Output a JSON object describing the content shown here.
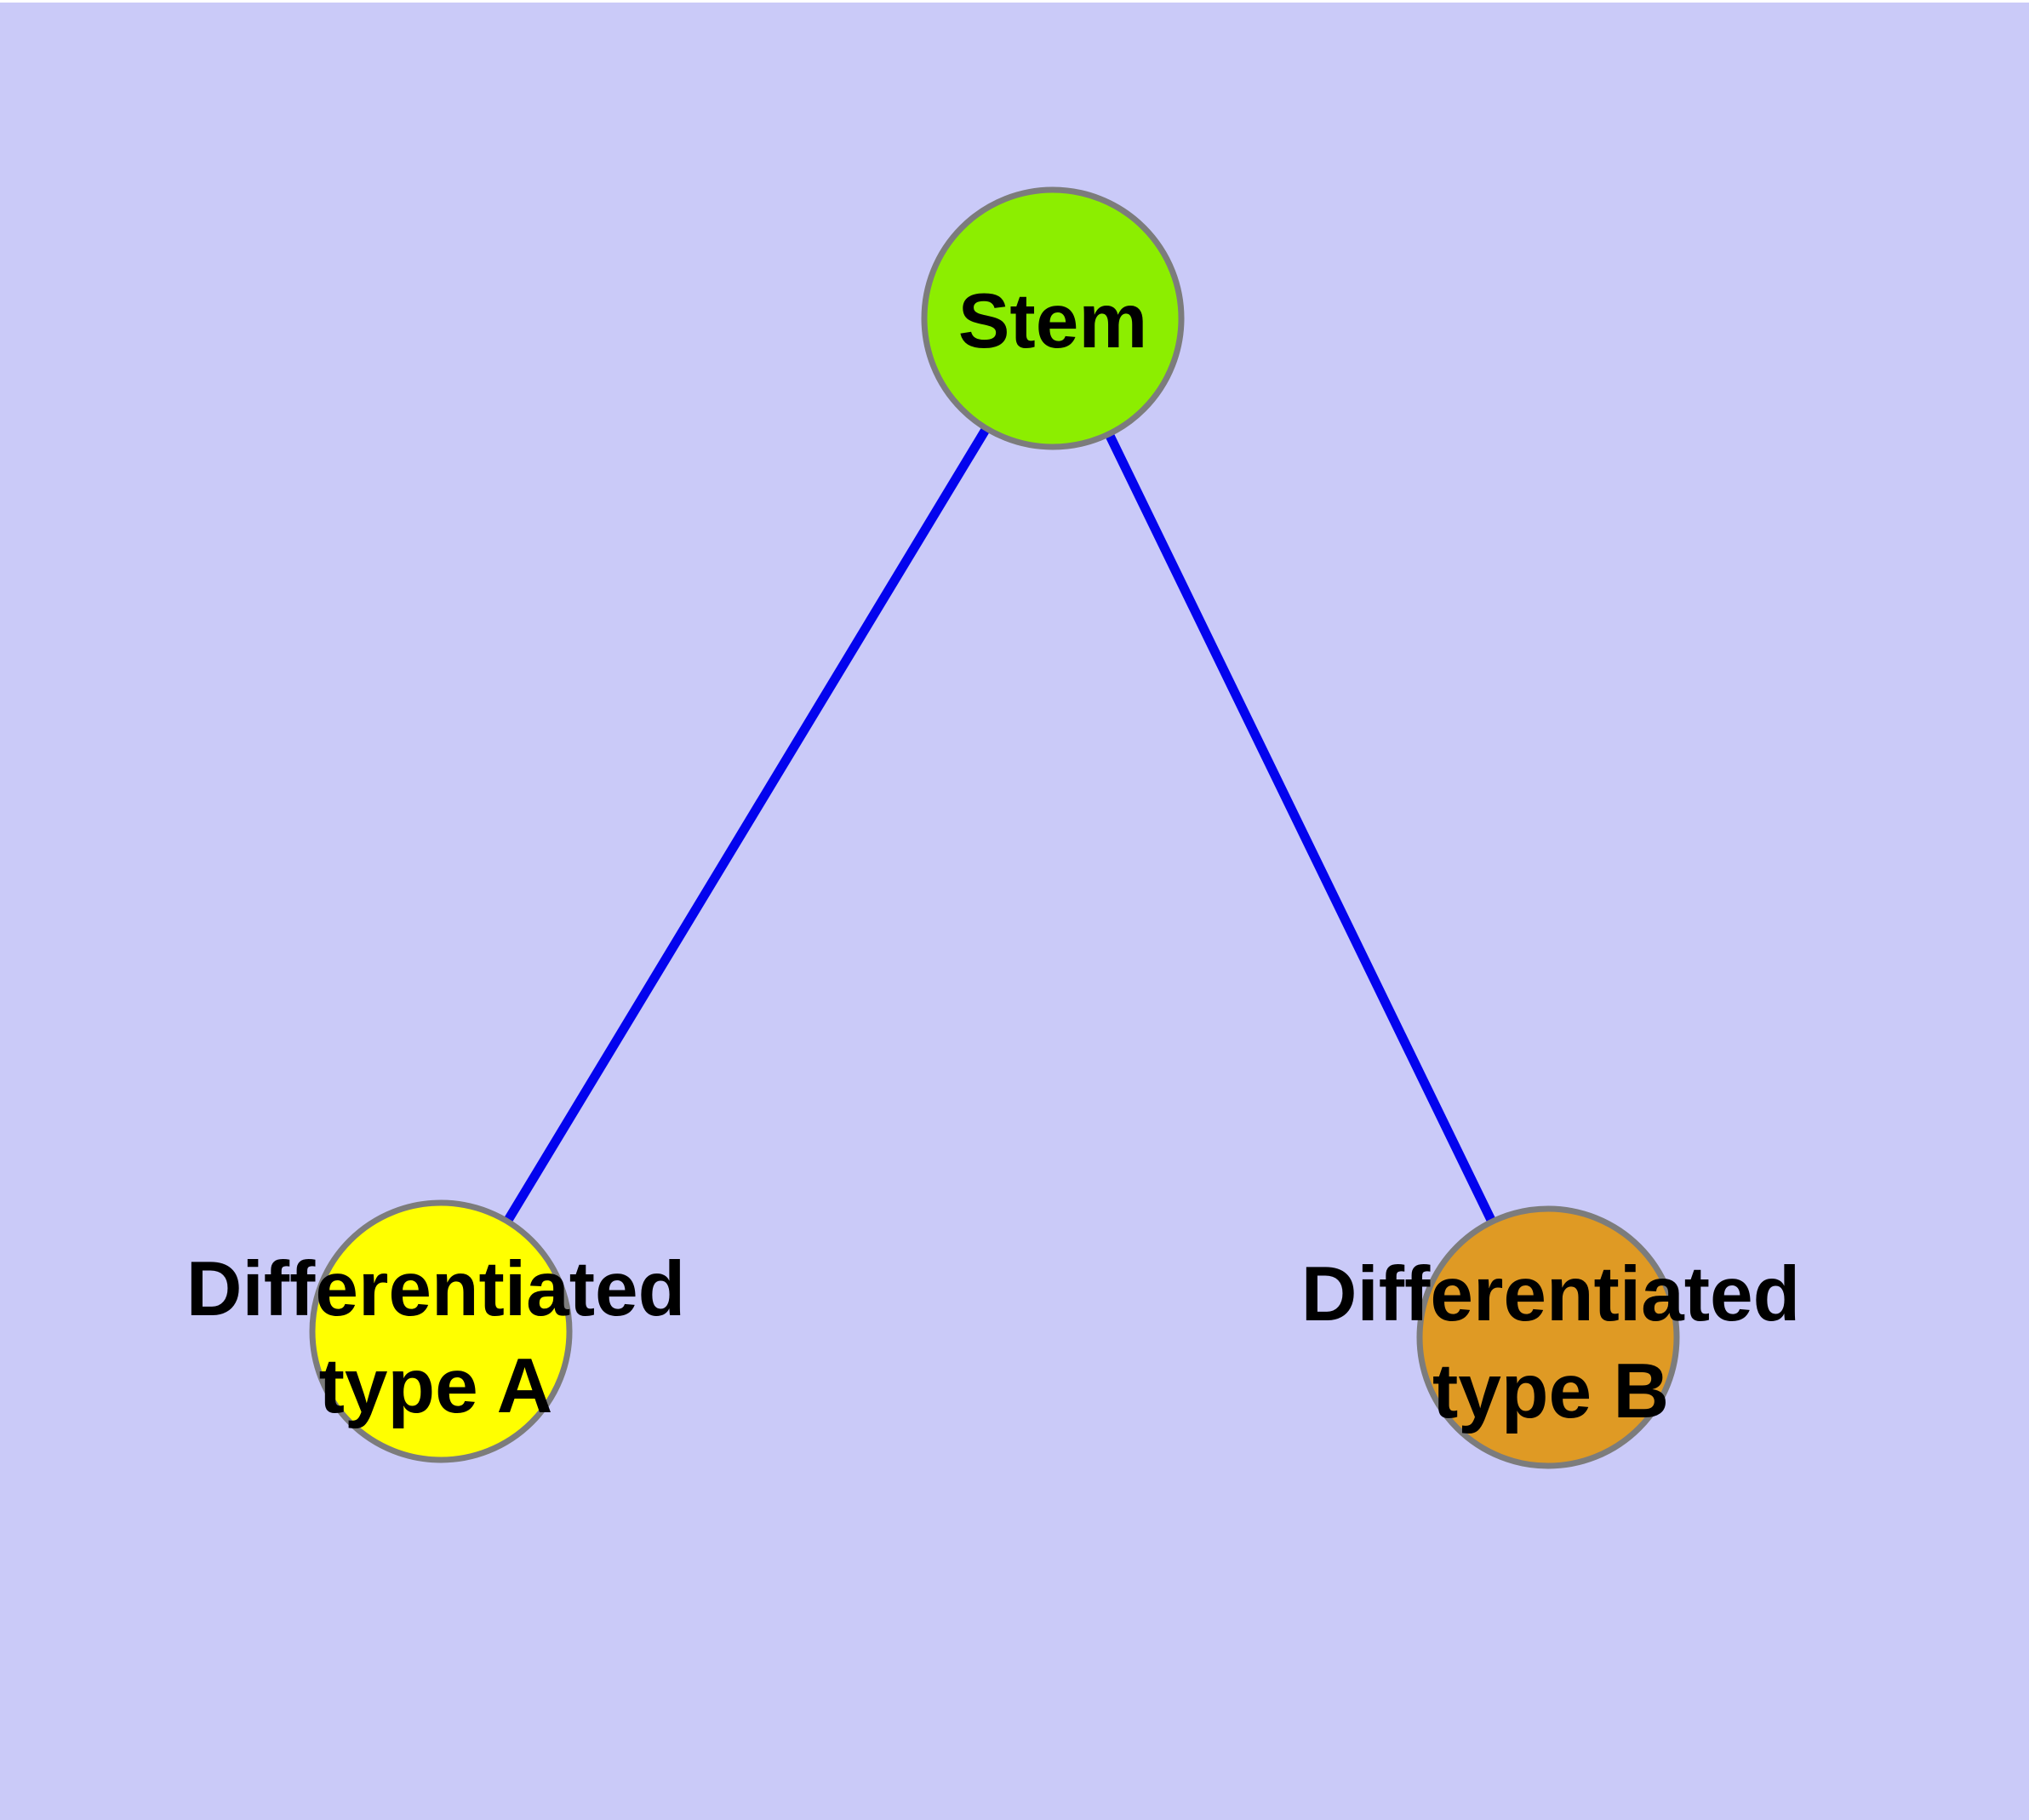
{
  "figure": {
    "background_color": "#CACAF8",
    "top_margin_color": "#FFFFFF",
    "edge_color": "#0303EE",
    "node_border_color": "#7C7C7C",
    "nodes": {
      "stem": {
        "label": "Stem",
        "fill": "#8CEE00"
      },
      "type_a": {
        "label_line1": "Differentiated",
        "label_line2": "type A",
        "fill": "#FFFF00"
      },
      "type_b": {
        "label_line1": "Differentiated",
        "label_line2": "type B",
        "fill": "#DF9A24"
      }
    },
    "edges": [
      {
        "from": "Stem",
        "to": "Differentiated type A"
      },
      {
        "from": "Stem",
        "to": "Differentiated type B"
      }
    ]
  }
}
